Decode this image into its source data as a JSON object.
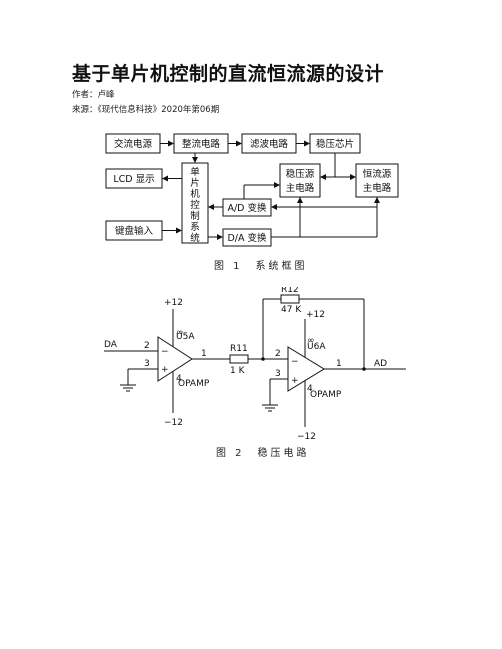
{
  "doc": {
    "title": "基于单片机控制的直流恒流源的设计",
    "author_line": "作者：卢峰",
    "source_line": "来源：《现代信息科技》2020年第06期"
  },
  "fig1": {
    "caption": "图 1　系统框图",
    "blocks": {
      "ac_power": "交流电源",
      "rectifier": "整流电路",
      "filter": "滤波电路",
      "regulator_chip": "稳压芯片",
      "lcd": "LCD 显示",
      "mcu": [
        "单",
        "片",
        "机",
        "控",
        "制",
        "系",
        "统"
      ],
      "keyboard": "键盘输入",
      "vreg_main_1": "稳压源",
      "vreg_main_2": "主电路",
      "cc_main_1": "恒流源",
      "cc_main_2": "主电路",
      "adc": "A/D 变换",
      "dac": "D/A 变换"
    }
  },
  "fig2": {
    "caption": "图 2　稳压电路",
    "labels": {
      "vcc1": "+12",
      "vee1": "−12",
      "u5a": "U5A",
      "opamp1": "OPAMP",
      "da": "DA",
      "pin2a": "2",
      "pin3a": "3",
      "pin1a": "1",
      "pin4a": "4",
      "pin8a": "∞",
      "r11": "R11",
      "r11v": "1 K",
      "r12": "R12",
      "r12v": "47 K",
      "vcc2": "+12",
      "vee2": "−12",
      "u6a": "U6A",
      "opamp2": "OPAMP",
      "pin2b": "2",
      "pin3b": "3",
      "pin1b": "1",
      "pin4b": "4",
      "pin8b": "∞",
      "ad": "AD",
      "minus": "−",
      "plus": "+"
    }
  }
}
